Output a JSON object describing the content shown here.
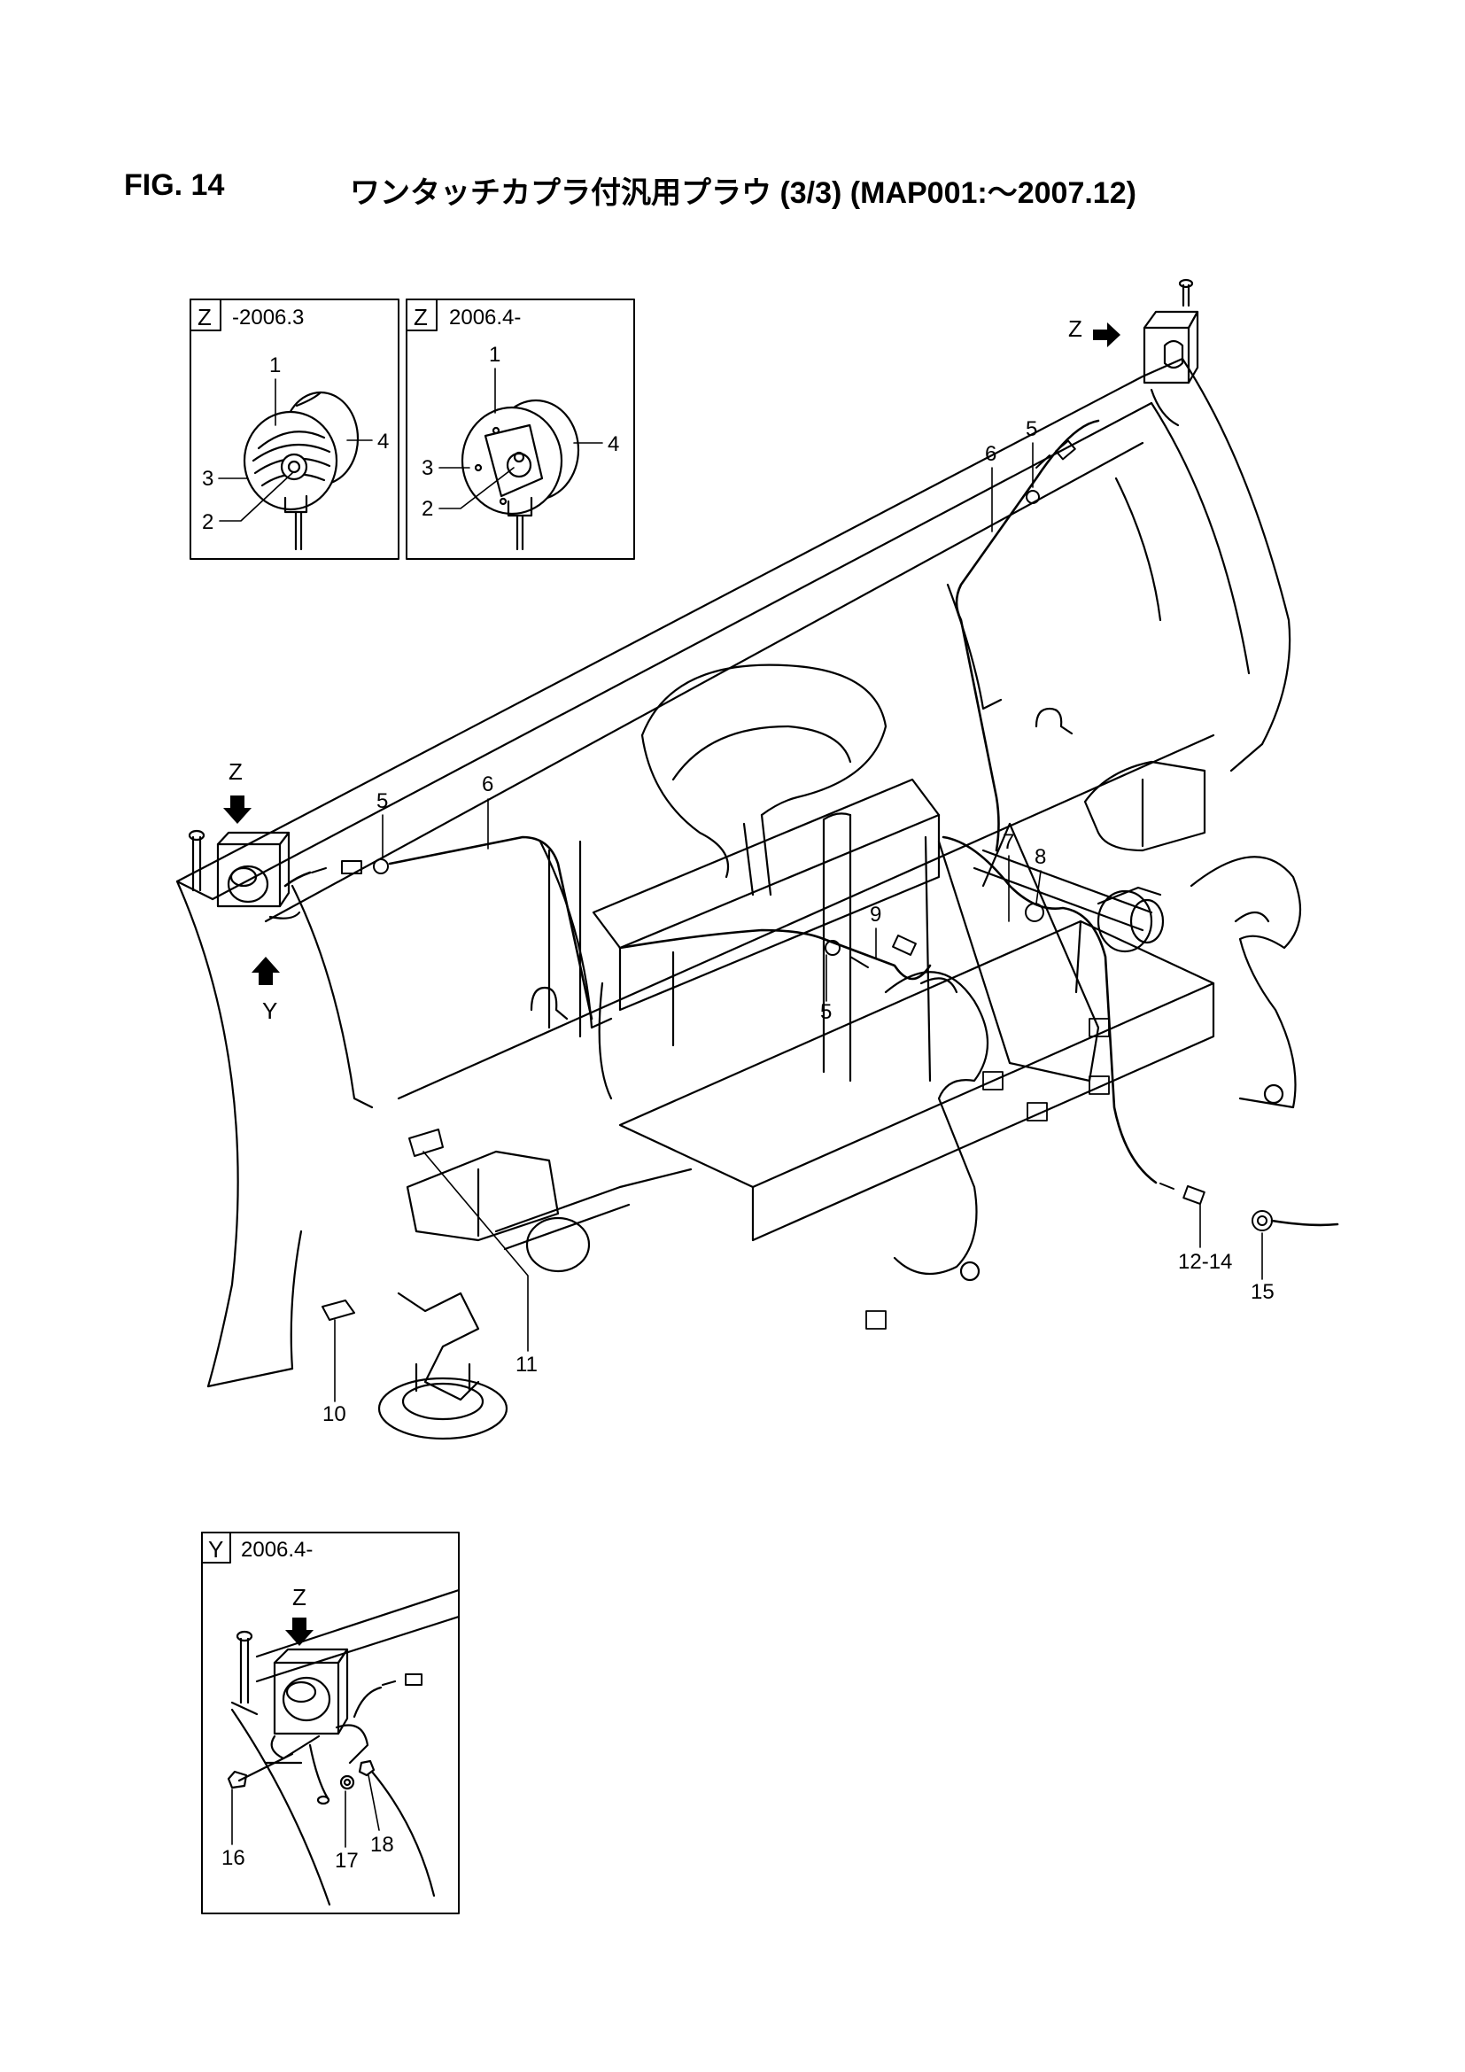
{
  "figure": {
    "number": "FIG. 14",
    "title": "ワンタッチカプラ付汎用プラウ (3/3) (MAP001:〜2007.12)"
  },
  "detail_boxes": [
    {
      "letter": "Z",
      "label": "-2006.3"
    },
    {
      "letter": "Z",
      "label": "2006.4-"
    },
    {
      "letter": "Y",
      "label": "2006.4-"
    }
  ],
  "view_markers": {
    "z_right": "Z",
    "z_left": "Z",
    "y_left": "Y",
    "z_detail": "Z"
  },
  "callouts": {
    "box1": {
      "c1": "1",
      "c2": "2",
      "c3": "3",
      "c4": "4"
    },
    "box2": {
      "c1": "1",
      "c2": "2",
      "c3": "3",
      "c4": "4"
    },
    "main": {
      "c5a": "5",
      "c6a": "6",
      "c5b": "5",
      "c6b": "6",
      "c7": "7",
      "c8": "8",
      "c9": "9",
      "c5c": "5",
      "c10": "10",
      "c11": "11",
      "c1214": "12-14",
      "c15": "15"
    },
    "box3": {
      "c16": "16",
      "c17": "17",
      "c18": "18"
    }
  }
}
